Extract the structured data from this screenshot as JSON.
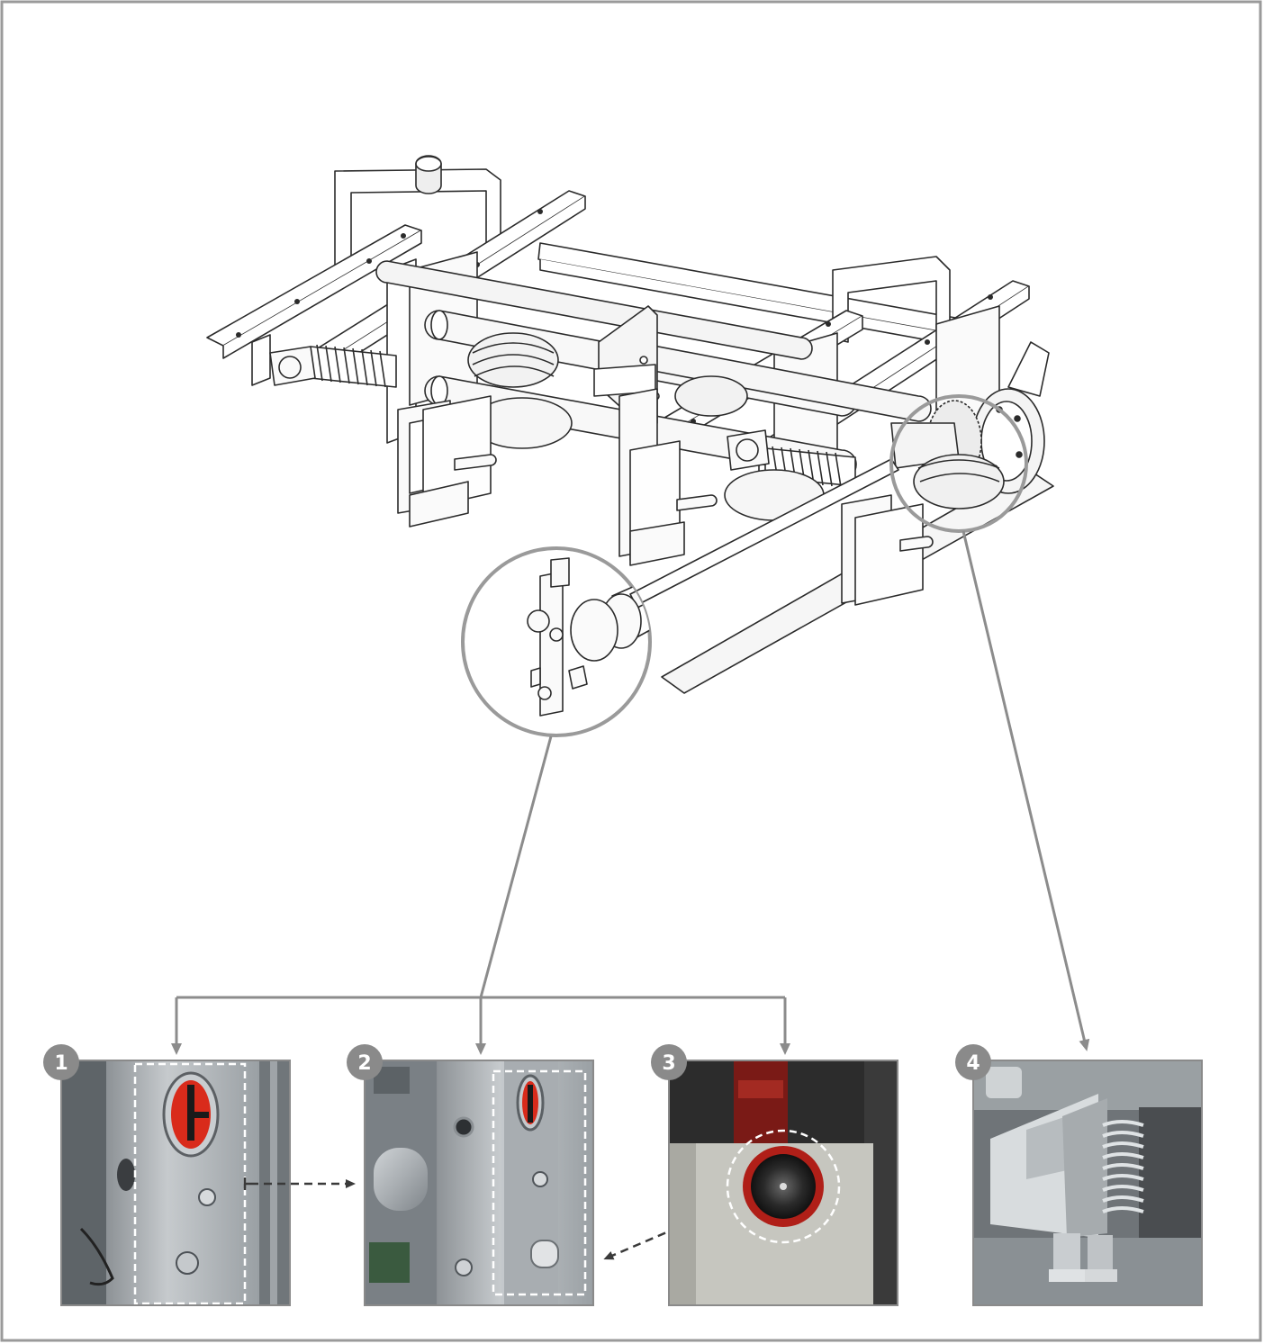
{
  "palette": {
    "frame": "#9a9a9a",
    "line_art": "#2b2b2b",
    "callout": "#8c8c8c",
    "badge": "#8a8a8a",
    "badge_text": "#ffffff",
    "highlight": "#d92b1b",
    "metal": "#b8bcc0",
    "metal_dark": "#6d7378",
    "dashed": "#ffffff",
    "arrow_dark": "#3a3a3a"
  },
  "icons": {
    "assembly": "switchgear-mechanism-drawing",
    "zoom_left": "shaft-end-detail",
    "zoom_right": "gear-detail"
  },
  "panels": [
    {
      "id": "1",
      "label": "1",
      "content": "red-indicator-window-photo"
    },
    {
      "id": "2",
      "label": "2",
      "content": "indicator-window-closed-photo"
    },
    {
      "id": "3",
      "label": "3",
      "content": "red-ring-hole-photo"
    },
    {
      "id": "4",
      "label": "4",
      "content": "spring-bracket-photo"
    }
  ]
}
